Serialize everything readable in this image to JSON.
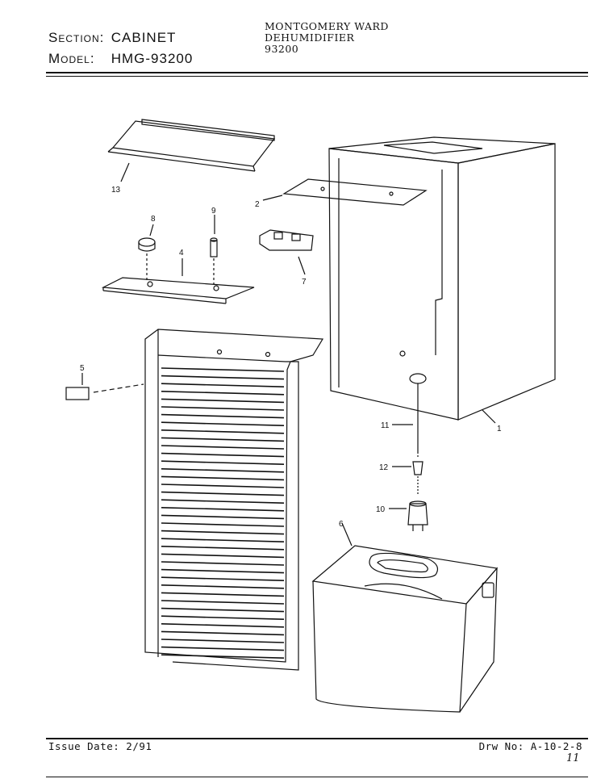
{
  "header": {
    "section_label": "Section:",
    "section_value": "CABINET",
    "model_label": "Model:",
    "model_value": "HMG-93200",
    "brand": "MONTGOMERY WARD",
    "product": "DEHUMIDIFIER",
    "model_number": "93200"
  },
  "footer": {
    "issue_date": "Issue Date: 2/91",
    "drawing_number": "Drw No: A-10-2-8",
    "handwritten_mark": "11"
  },
  "callouts": {
    "p1": "1",
    "p2": "2",
    "p4": "4",
    "p5": "5",
    "p6": "6",
    "p7": "7",
    "p8": "8",
    "p9": "9",
    "p10": "10",
    "p11": "11",
    "p12": "12",
    "p13": "13"
  }
}
